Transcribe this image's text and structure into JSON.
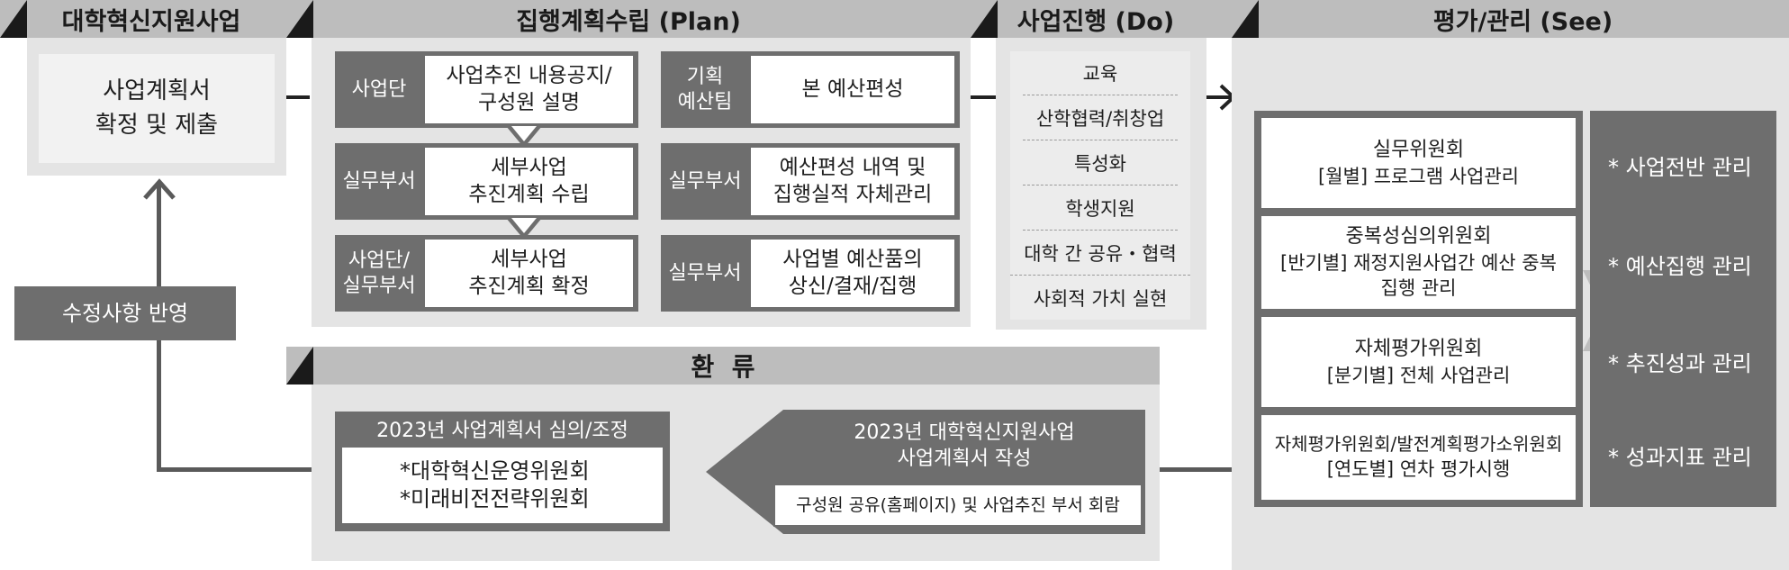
{
  "sections": {
    "program": {
      "title": "대학혁신지원사업",
      "box_line1": "사업계획서",
      "box_line2": "확정 및 제출"
    },
    "plan": {
      "title": "집행계획수립 (Plan)",
      "left": [
        {
          "label_line1": "사업단",
          "label_line2": "",
          "text_line1": "사업추진 내용공지/",
          "text_line2": "구성원 설명"
        },
        {
          "label_line1": "실무부서",
          "label_line2": "",
          "text_line1": "세부사업",
          "text_line2": "추진계획 수립"
        },
        {
          "label_line1": "사업단/",
          "label_line2": "실무부서",
          "text_line1": "세부사업",
          "text_line2": "추진계획 확정"
        }
      ],
      "right": [
        {
          "label_line1": "기획",
          "label_line2": "예산팀",
          "text_line1": "본 예산편성",
          "text_line2": ""
        },
        {
          "label_line1": "실무부서",
          "label_line2": "",
          "text_line1": "예산편성 내역 및",
          "text_line2": "집행실적 자체관리"
        },
        {
          "label_line1": "실무부서",
          "label_line2": "",
          "text_line1": "사업별 예산품의",
          "text_line2": "상신/결재/집행"
        }
      ]
    },
    "do": {
      "title": "사업진행 (Do)",
      "items": [
        "교육",
        "산학협력/취창업",
        "특성화",
        "학생지원",
        "대학 간 공유・협력",
        "사회적 가치 실현"
      ]
    },
    "see": {
      "title": "평가/관리 (See)",
      "committees": [
        {
          "name": "실무위원회",
          "line2": "[월별] 프로그램 사업관리",
          "line3": ""
        },
        {
          "name": "중복성심의위원회",
          "line2": "[반기별] 재정지원사업간 예산 중복",
          "line3": "집행 관리"
        },
        {
          "name": "자체평가위원회",
          "line2": "[분기별] 전체 사업관리",
          "line3": ""
        },
        {
          "name": "자체평가위원회/발전계획평가소위원회",
          "line2": "[연도별] 연차 평가시행",
          "line3": ""
        }
      ],
      "management": [
        "* 사업전반 관리",
        "* 예산집행 관리",
        "* 추진성과 관리",
        "* 성과지표 관리"
      ]
    },
    "feedback": {
      "title": "환  류",
      "left_title": "2023년 사업계획서 심의/조정",
      "left_line1": "*대학혁신운영위원회",
      "left_line2": "*미래비전전략위원회",
      "right_title_line1": "2023년 대학혁신지원사업",
      "right_title_line2": "사업계획서 작성",
      "right_box": "구성원 공유(홈페이지) 및 사업추진 부서 회람"
    },
    "revision": "수정사항 반영"
  }
}
